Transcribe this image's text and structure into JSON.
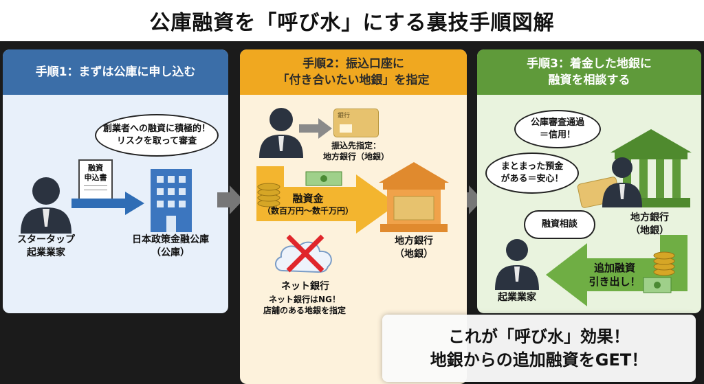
{
  "title": "公庫融資を「呼び水」にする裏技手順図解",
  "step1": {
    "header": "手順1：まずは公庫に申し込む",
    "bubble_line1": "創業者への融資に積極的！",
    "bubble_line2": "リスクを取って審査",
    "form_line1": "融資",
    "form_line2": "申込書",
    "person_line1": "スタータップ",
    "person_line2": "起業業家",
    "bank_line1": "日本政策金融公庫",
    "bank_line2": "（公庫）"
  },
  "step2": {
    "header_line1": "手順2：振込口座に",
    "header_line2": "「付き合いたい地銀」を指定",
    "card_label": "銀行",
    "transfer_line1": "振込先指定：",
    "transfer_line2": "地方銀行（地銀）",
    "loan_line1": "融資金",
    "loan_line2": "（数百万円〜数千万円）",
    "bank_line1": "地方銀行",
    "bank_line2": "（地銀）",
    "net_bank": "ネット銀行",
    "note_line1": "ネット銀行はNG！",
    "note_line2": "店舗のある地銀を指定"
  },
  "step3": {
    "header_line1": "手順3：着金した地銀に",
    "header_line2": "融資を相談する",
    "bubble1_line1": "公庫審査通過",
    "bubble1_line2": "＝信用！",
    "bubble2_line1": "まとまった預金",
    "bubble2_line2": "がある＝安心！",
    "bubble3": "融資相談",
    "bank_line1": "地方銀行",
    "bank_line2": "（地銀）",
    "arrow_line1": "追加融資",
    "arrow_line2": "引き出し！",
    "person": "起業業家"
  },
  "callout": {
    "line1": "これが「呼び水」効果！",
    "line2": "地銀からの追加融資をGET！"
  },
  "colors": {
    "step1": "#3b6ea8",
    "step2": "#f0a820",
    "step3": "#5f9a3a"
  },
  "icons": [
    "person-icon",
    "building-icon",
    "form-icon",
    "bank-icon",
    "card-icon",
    "coins-icon",
    "cloud-icon",
    "cross-icon",
    "arrow-icon"
  ]
}
